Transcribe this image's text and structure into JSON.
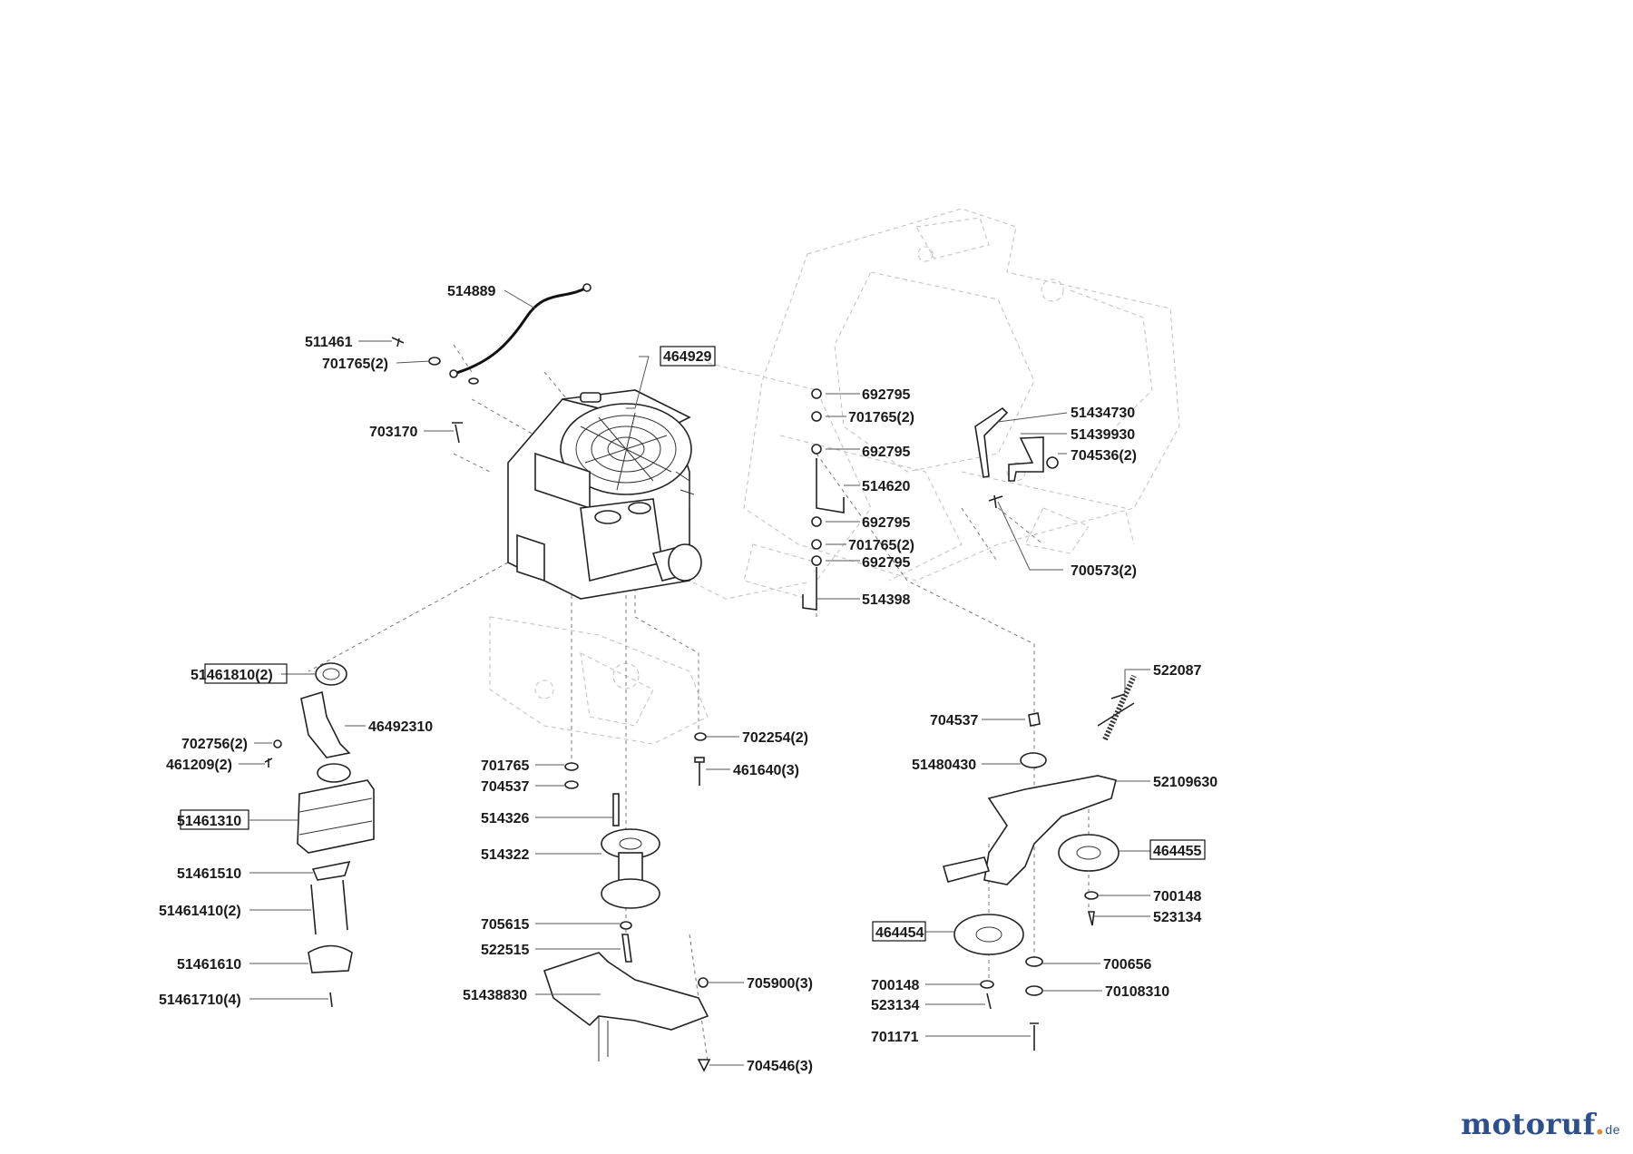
{
  "labels": {
    "p514889": "514889",
    "p511461": "511461",
    "p701765_2_a": "701765(2)",
    "p464929": "464929",
    "p703170": "703170",
    "p692795_a": "692795",
    "p701765_2_b": "701765(2)",
    "p692795_b": "692795",
    "p514620": "514620",
    "p692795_c": "692795",
    "p701765_2_c": "701765(2)",
    "p692795_d": "692795",
    "p514398": "514398",
    "p51434730": "51434730",
    "p51439930": "51439930",
    "p704536_2": "704536(2)",
    "p700573_2": "700573(2)",
    "p51461810_2": "51461810(2)",
    "p46492310": "46492310",
    "p702756_2": "702756(2)",
    "p461209_2": "461209(2)",
    "p51461310": "51461310",
    "p51461510": "51461510",
    "p51461410_2": "51461410(2)",
    "p51461610": "51461610",
    "p51461710_4": "51461710(4)",
    "p701765": "701765",
    "p704537_a": "704537",
    "p514326": "514326",
    "p514322": "514322",
    "p705615": "705615",
    "p522515": "522515",
    "p51438830": "51438830",
    "p702254_2": "702254(2)",
    "p461640_3": "461640(3)",
    "p705900_3": "705900(3)",
    "p704546_3": "704546(3)",
    "p522087": "522087",
    "p704537_b": "704537",
    "p51480430": "51480430",
    "p52109630": "52109630",
    "p464455": "464455",
    "p700148_a": "700148",
    "p523134_a": "523134",
    "p464454": "464454",
    "p700656": "700656",
    "p700148_b": "700148",
    "p70108310": "70108310",
    "p523134_b": "523134",
    "p701171": "701171"
  },
  "watermark": {
    "main": "motoruf",
    "dot": ".",
    "suffix": "de"
  },
  "colors": {
    "watermark_blue": "#2d4f8e",
    "watermark_orange": "#e0892b"
  }
}
